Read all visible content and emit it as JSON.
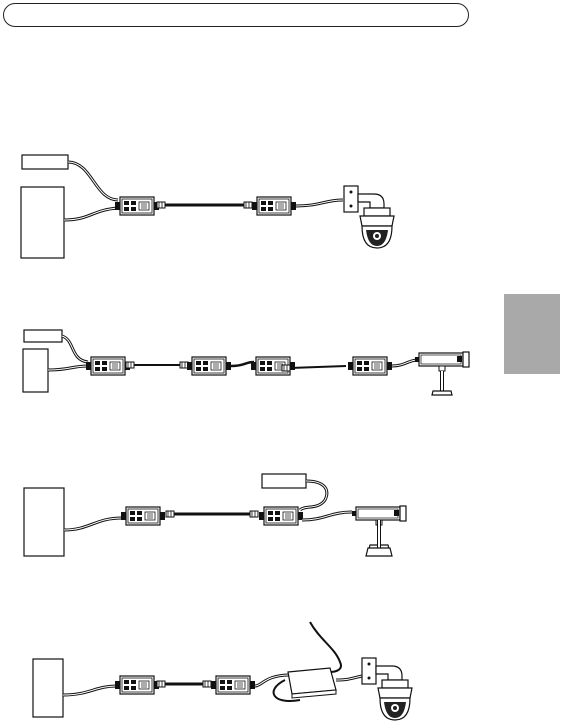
{
  "page": {
    "header_pill": "",
    "side_tab_color": "#a9a9a9"
  },
  "diagrams": [
    {
      "name": "setup-1",
      "camera": "dome",
      "midspans": 2,
      "device_box": "network-switch",
      "power_adapter": "top-left"
    },
    {
      "name": "setup-2",
      "camera": "fixed-on-stand",
      "midspans": 4,
      "device_box": "network-switch",
      "power_adapter": "top-left"
    },
    {
      "name": "setup-3",
      "camera": "fixed-on-stand",
      "midspans": 2,
      "device_box": "network-switch",
      "power_adapter": "near-camera"
    },
    {
      "name": "setup-4",
      "camera": "dome",
      "midspans": 2,
      "device_box": "network-switch",
      "power_adapter": "high-power-inline"
    }
  ],
  "icons": {
    "midspan": "poe-midspan-icon",
    "dome_camera": "dome-camera-icon",
    "fixed_camera": "fixed-camera-icon",
    "power_adapter": "power-adapter-icon",
    "switch": "network-switch-icon"
  }
}
